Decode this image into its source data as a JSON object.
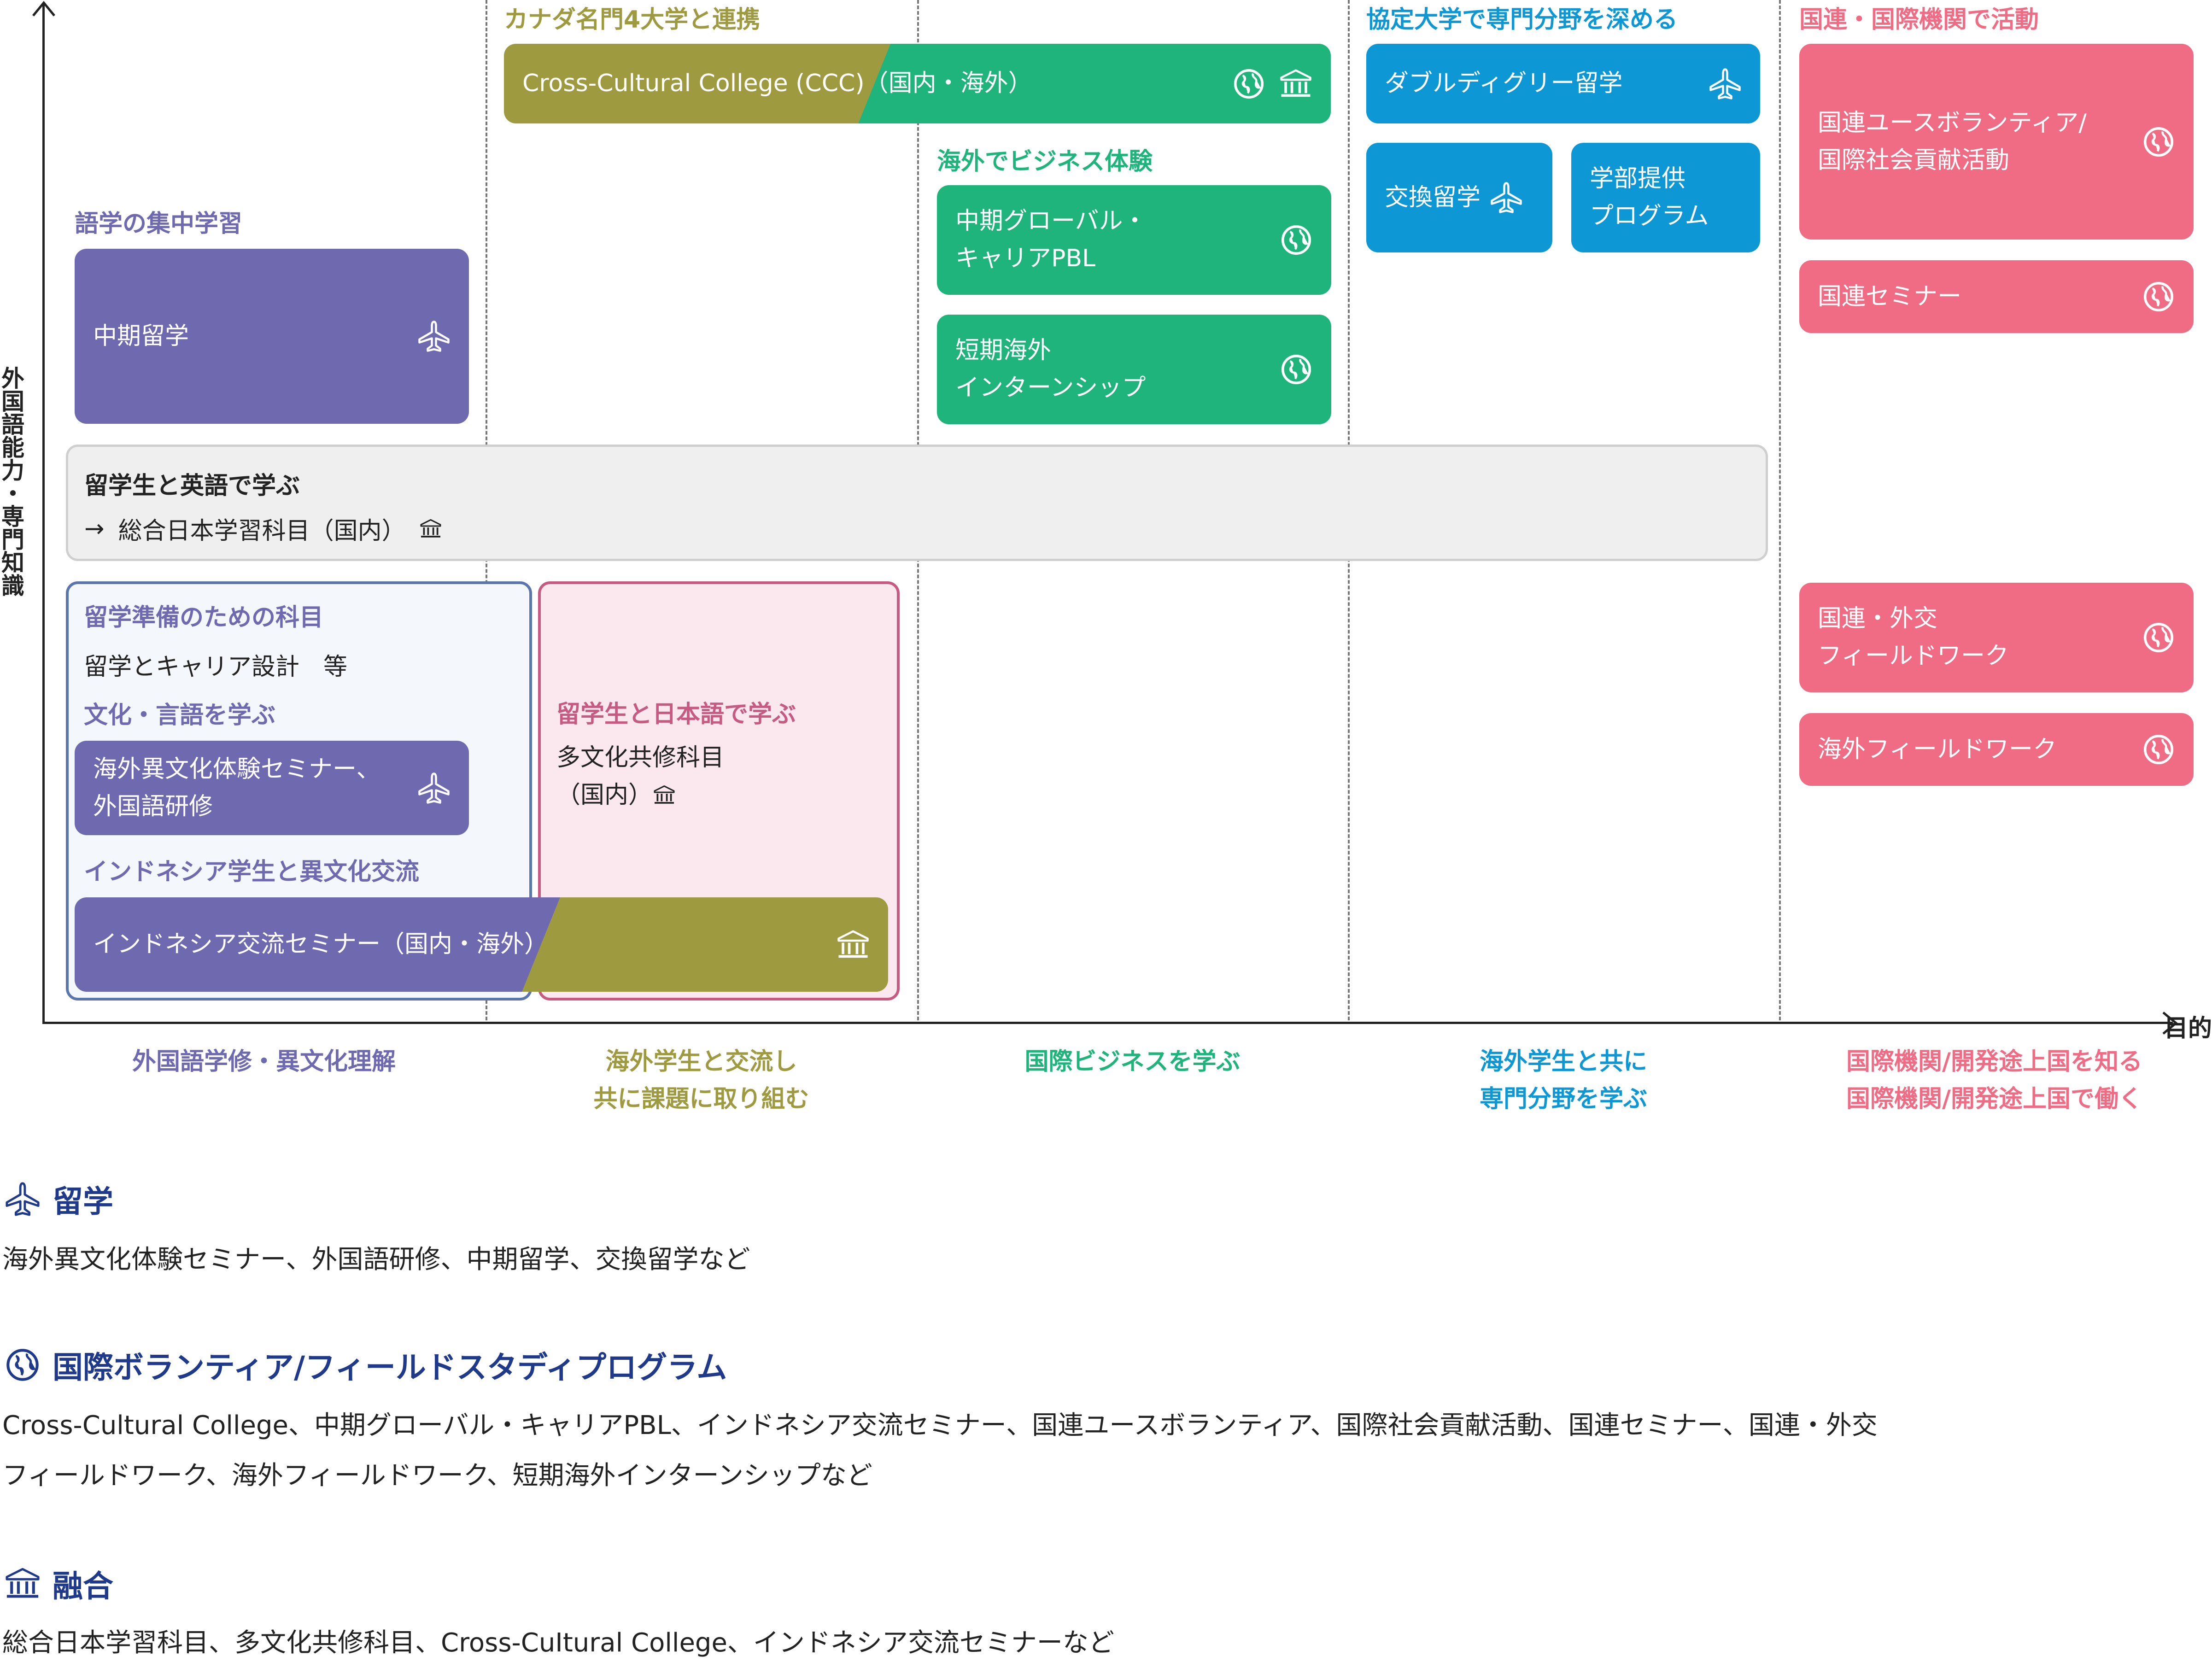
{
  "colors": {
    "purple": "#6f6ab0",
    "green": "#1fb47b",
    "blue": "#0d97d4",
    "pink": "#f06b84",
    "olive": "#9e9a40",
    "legend_blue": "#1f3a8a"
  },
  "axes": {
    "y_label": "外国語能力・専門知識",
    "x_label": "目的"
  },
  "columns": [
    {
      "label": "外国語学修・異文化理解"
    },
    {
      "label": "海外学生と交流し\n共に課題に取り組む"
    },
    {
      "label": "国際ビジネスを学ぶ"
    },
    {
      "label": "海外学生と共に\n専門分野を学ぶ"
    },
    {
      "label": "国際機関/開発途上国を知る\n国際機関/開発途上国で働く"
    }
  ],
  "headings": {
    "canada": "カナダ名門4大学と連携",
    "intensive": "語学の集中学習",
    "business": "海外でビジネス体験",
    "partner": "協定大学で専門分野を深める",
    "un": "国連・国際機関で活動",
    "prep": "留学準備のための科目",
    "culture": "文化・言語を学ぶ",
    "indonesia": "インドネシア学生と異文化交流",
    "japanese": "留学生と日本語で学ぶ"
  },
  "cards": {
    "ccc": "Cross-Cultural College (CCC)（国内・海外）",
    "mid_study": "中期留学",
    "mid_global": "中期グローバル・\nキャリアPBL",
    "short_intern": "短期海外\nインターンシップ",
    "double_degree": "ダブルディグリー留学",
    "exchange": "交換留学",
    "faculty": "学部提供\nプログラム",
    "un_youth": "国連ユースボランティア/\n国際社会貢献活動",
    "un_seminar": "国連セミナー",
    "un_diplomacy": "国連・外交\nフィールドワーク",
    "overseas_fw": "海外フィールドワーク",
    "overseas_seminar": "海外異文化体験セミナー、\n外国語研修",
    "indonesia_seminar": "インドネシア交流セミナー（国内・海外）"
  },
  "english_box": {
    "title": "留学生と英語で学ぶ",
    "arrow": "→",
    "subject": "総合日本学習科目（国内）"
  },
  "prep_text": "留学とキャリア設計　等",
  "japanese_text": "多文化共修科目\n（国内）",
  "legend": [
    {
      "icon": "airplane-icon",
      "title": "留学",
      "text": "海外異文化体験セミナー、外国語研修、中期留学、交換留学など"
    },
    {
      "icon": "globe-icon",
      "title": "国際ボランティア/フィールドスタディプログラム",
      "text": "Cross-Cultural College、中期グローバル・キャリアPBL、インドネシア交流セミナー、国連ユースボランティア、国際社会貢献活動、国連セミナー、国連・外交\nフィールドワーク、海外フィールドワーク、短期海外インターンシップなど"
    },
    {
      "icon": "building-icon",
      "title": "融合",
      "text": "総合日本学習科目、多文化共修科目、Cross-CuⅠtural College、インドネシア交流セミナーなど"
    }
  ]
}
